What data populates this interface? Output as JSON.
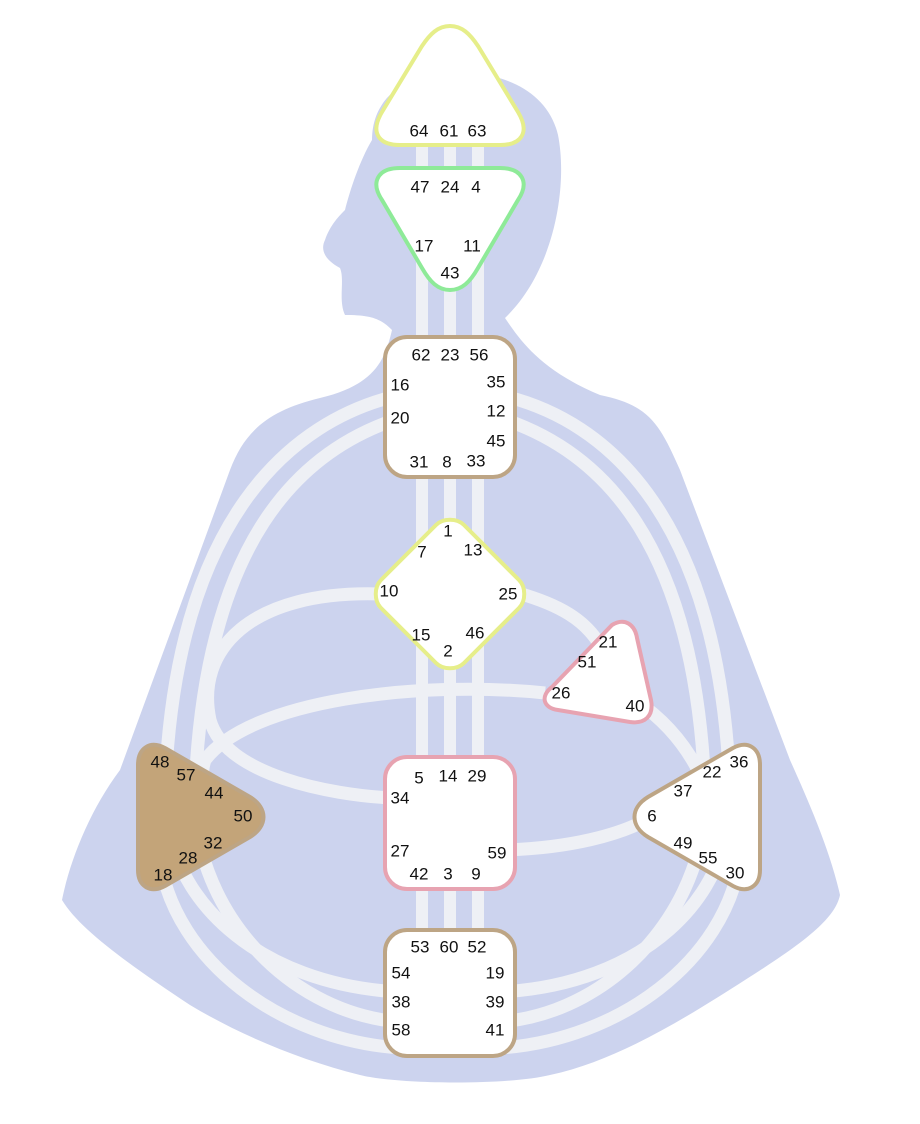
{
  "colors": {
    "silhouette": "#ccd3ee",
    "channel": "#eef0f5",
    "head": "#e6ee8a",
    "ajna": "#8eea98",
    "throat": "#bda585",
    "g_center": "#e6ee8a",
    "heart": "#e7a3b1",
    "spleen": "#bda585",
    "spleen_fill": "#c3a479",
    "sacral": "#e7a3b1",
    "solar_plexus": "#bda585",
    "root": "#bda585"
  },
  "centers": {
    "head": {
      "shape": "triangle-up",
      "defined": false,
      "gates": [
        "64",
        "61",
        "63"
      ]
    },
    "ajna": {
      "shape": "triangle-down",
      "defined": false,
      "gates": [
        "47",
        "24",
        "4",
        "17",
        "11",
        "43"
      ]
    },
    "throat": {
      "shape": "square",
      "defined": false,
      "gates": [
        "62",
        "23",
        "56",
        "16",
        "35",
        "12",
        "20",
        "45",
        "31",
        "8",
        "33"
      ]
    },
    "g_center": {
      "shape": "diamond",
      "defined": false,
      "gates": [
        "1",
        "7",
        "13",
        "10",
        "25",
        "15",
        "46",
        "2"
      ]
    },
    "heart": {
      "shape": "triangle",
      "defined": false,
      "gates": [
        "21",
        "51",
        "26",
        "40"
      ]
    },
    "spleen": {
      "shape": "triangle-right",
      "defined": true,
      "gates": [
        "48",
        "57",
        "44",
        "50",
        "32",
        "28",
        "18"
      ]
    },
    "sacral": {
      "shape": "square",
      "defined": false,
      "gates": [
        "5",
        "14",
        "29",
        "34",
        "27",
        "59",
        "42",
        "3",
        "9"
      ]
    },
    "solar_plexus": {
      "shape": "triangle-left",
      "defined": false,
      "gates": [
        "36",
        "22",
        "37",
        "6",
        "49",
        "55",
        "30"
      ]
    },
    "root": {
      "shape": "square",
      "defined": false,
      "gates": [
        "53",
        "60",
        "52",
        "54",
        "19",
        "38",
        "39",
        "58",
        "41"
      ]
    }
  }
}
